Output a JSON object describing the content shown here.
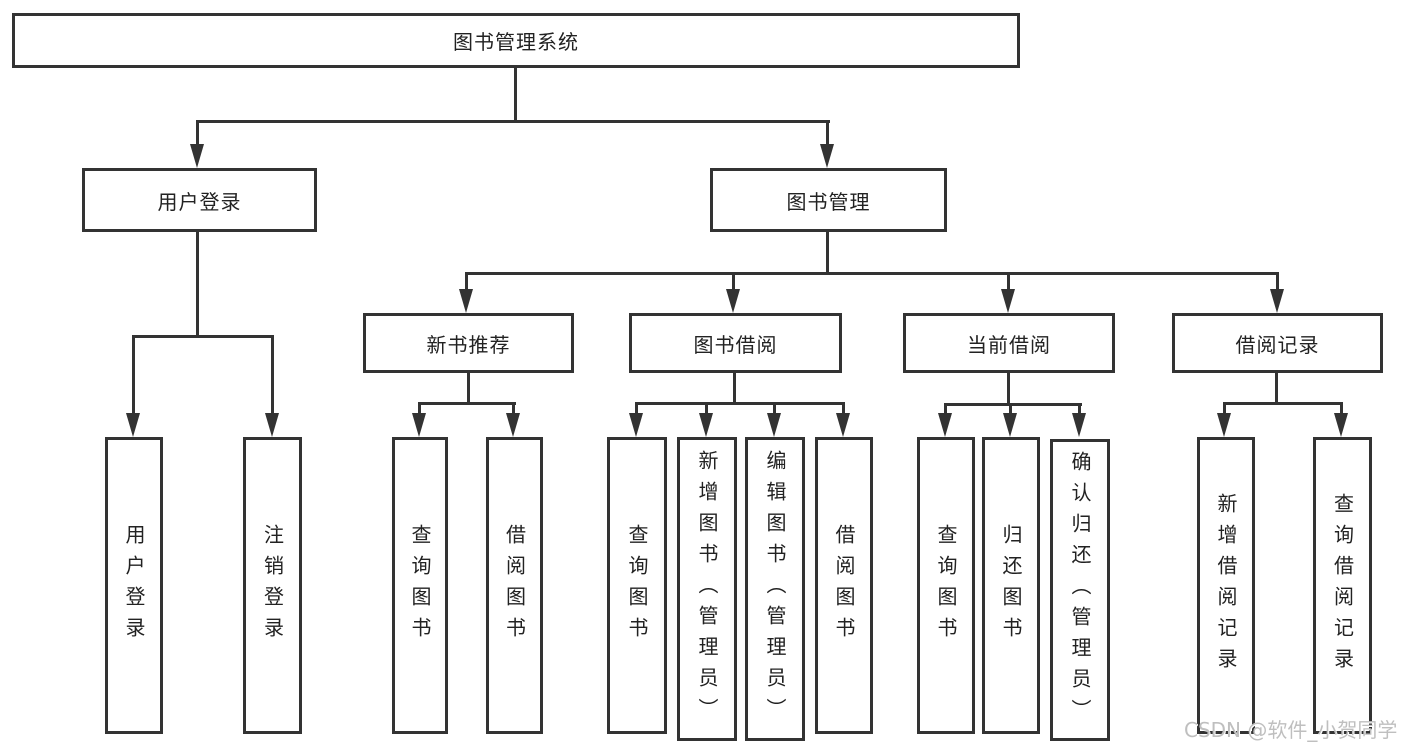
{
  "root": {
    "label": "图书管理系统"
  },
  "level2": {
    "user_login": "用户登录",
    "book_mgmt": "图书管理"
  },
  "level3": {
    "new_books": "新书推荐",
    "borrowing": "图书借阅",
    "current": "当前借阅",
    "records": "借阅记录"
  },
  "leaves": {
    "user_login": [
      "用户登录",
      "注销登录"
    ],
    "new_books": [
      "查询图书",
      "借阅图书"
    ],
    "borrowing": [
      "查询图书",
      "新增图书（管理员）",
      "编辑图书（管理员）",
      "借阅图书"
    ],
    "current": [
      "查询图书",
      "归还图书",
      "确认归还（管理员）"
    ],
    "records": [
      "新增借阅记录",
      "查询借阅记录"
    ]
  },
  "watermark": "CSDN @软件_小贺同学",
  "colors": {
    "line": "#333333",
    "text": "#222222",
    "watermark": "#bfbfbf",
    "background": "#ffffff"
  }
}
